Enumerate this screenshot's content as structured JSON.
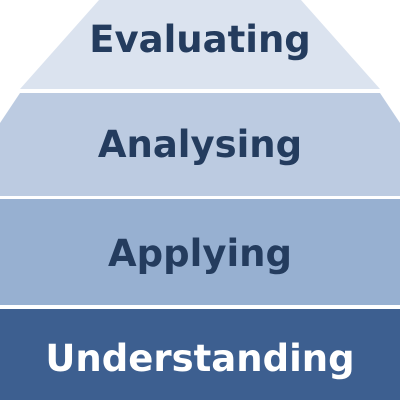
{
  "pyramid": {
    "tiers": [
      {
        "label": "Evaluating",
        "color": "#dbe3ef",
        "text_color": "#243c5e"
      },
      {
        "label": "Analysing",
        "color": "#bccbe1",
        "text_color": "#243c5e"
      },
      {
        "label": "Applying",
        "color": "#97b0d1",
        "text_color": "#243c5e"
      },
      {
        "label": "Understanding",
        "color": "#3d5f90",
        "text_color": "#ffffff"
      }
    ]
  }
}
